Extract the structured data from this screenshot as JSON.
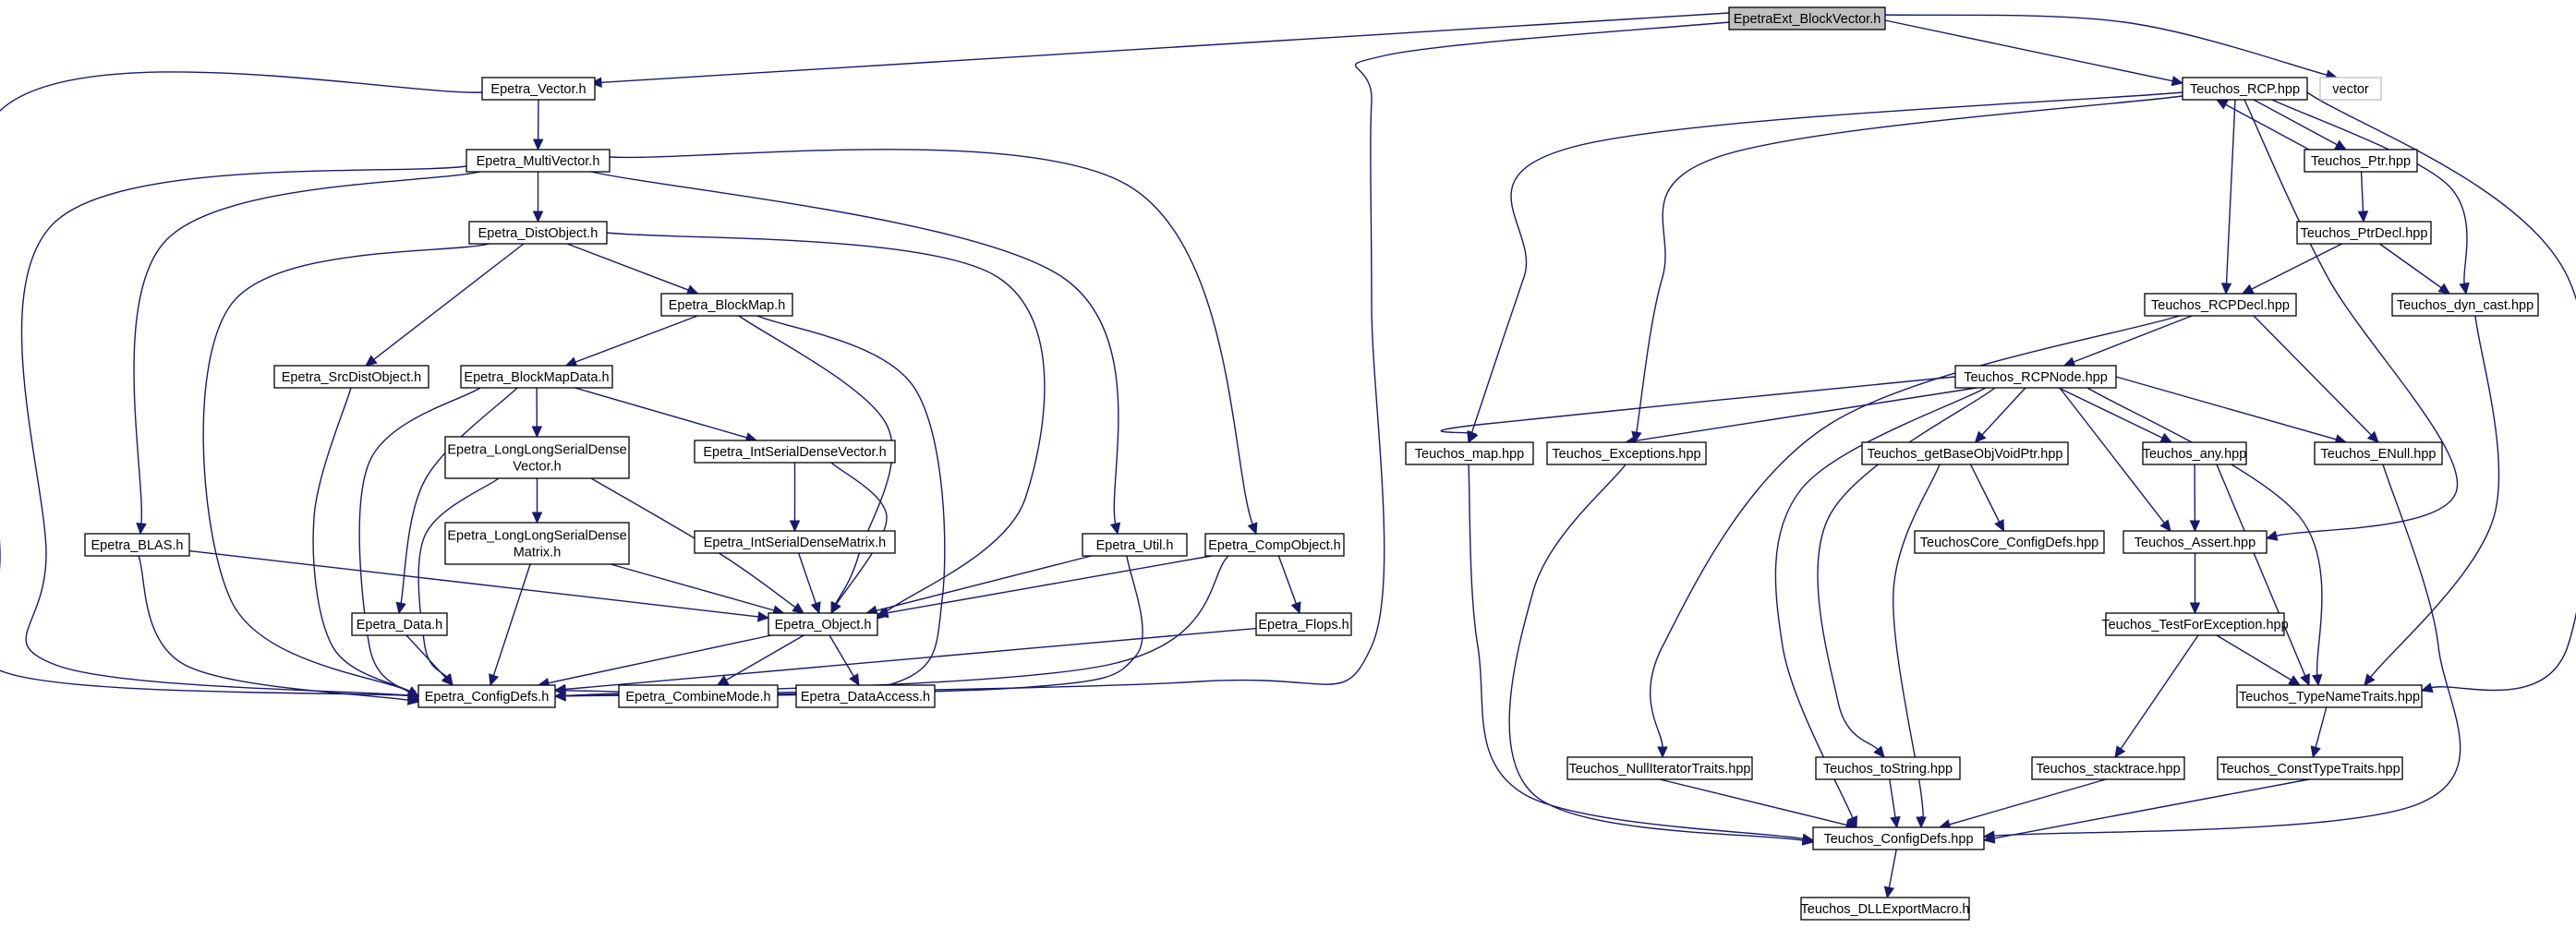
{
  "graph": {
    "root": "EpetraExt_BlockVector.h",
    "nodes": [
      {
        "id": "root",
        "lines": [
          "EpetraExt_BlockVector.h"
        ],
        "kind": "root"
      },
      {
        "id": "vec",
        "lines": [
          "Epetra_Vector.h"
        ]
      },
      {
        "id": "rcp",
        "lines": [
          "Teuchos_RCP.hpp"
        ]
      },
      {
        "id": "vector",
        "lines": [
          "vector"
        ],
        "kind": "ext"
      },
      {
        "id": "mv",
        "lines": [
          "Epetra_MultiVector.h"
        ]
      },
      {
        "id": "dist",
        "lines": [
          "Epetra_DistObject.h"
        ]
      },
      {
        "id": "bmap",
        "lines": [
          "Epetra_BlockMap.h"
        ]
      },
      {
        "id": "src",
        "lines": [
          "Epetra_SrcDistObject.h"
        ]
      },
      {
        "id": "bmd",
        "lines": [
          "Epetra_BlockMapData.h"
        ]
      },
      {
        "id": "llv",
        "lines": [
          "Epetra_LongLongSerialDense",
          "Vector.h"
        ]
      },
      {
        "id": "isv",
        "lines": [
          "Epetra_IntSerialDenseVector.h"
        ]
      },
      {
        "id": "llm",
        "lines": [
          "Epetra_LongLongSerialDense",
          "Matrix.h"
        ]
      },
      {
        "id": "ism",
        "lines": [
          "Epetra_IntSerialDenseMatrix.h"
        ]
      },
      {
        "id": "blas",
        "lines": [
          "Epetra_BLAS.h"
        ]
      },
      {
        "id": "util",
        "lines": [
          "Epetra_Util.h"
        ]
      },
      {
        "id": "comp",
        "lines": [
          "Epetra_CompObject.h"
        ]
      },
      {
        "id": "data",
        "lines": [
          "Epetra_Data.h"
        ]
      },
      {
        "id": "obj",
        "lines": [
          "Epetra_Object.h"
        ]
      },
      {
        "id": "flops",
        "lines": [
          "Epetra_Flops.h"
        ]
      },
      {
        "id": "cfg",
        "lines": [
          "Epetra_ConfigDefs.h"
        ]
      },
      {
        "id": "cmode",
        "lines": [
          "Epetra_CombineMode.h"
        ]
      },
      {
        "id": "dacc",
        "lines": [
          "Epetra_DataAccess.h"
        ]
      },
      {
        "id": "ptr",
        "lines": [
          "Teuchos_Ptr.hpp"
        ]
      },
      {
        "id": "ptrdecl",
        "lines": [
          "Teuchos_PtrDecl.hpp"
        ]
      },
      {
        "id": "rcpdecl",
        "lines": [
          "Teuchos_RCPDecl.hpp"
        ]
      },
      {
        "id": "dyn",
        "lines": [
          "Teuchos_dyn_cast.hpp"
        ]
      },
      {
        "id": "node",
        "lines": [
          "Teuchos_RCPNode.hpp"
        ]
      },
      {
        "id": "map",
        "lines": [
          "Teuchos_map.hpp"
        ]
      },
      {
        "id": "exc",
        "lines": [
          "Teuchos_Exceptions.hpp"
        ]
      },
      {
        "id": "gbo",
        "lines": [
          "Teuchos_getBaseObjVoidPtr.hpp"
        ]
      },
      {
        "id": "any",
        "lines": [
          "Teuchos_any.hpp"
        ]
      },
      {
        "id": "enull",
        "lines": [
          "Teuchos_ENull.hpp"
        ]
      },
      {
        "id": "tccfg",
        "lines": [
          "TeuchosCore_ConfigDefs.hpp"
        ]
      },
      {
        "id": "assert",
        "lines": [
          "Teuchos_Assert.hpp"
        ]
      },
      {
        "id": "tfe",
        "lines": [
          "Teuchos_TestForException.hpp"
        ]
      },
      {
        "id": "tnt",
        "lines": [
          "Teuchos_TypeNameTraits.hpp"
        ]
      },
      {
        "id": "nit",
        "lines": [
          "Teuchos_NullIteratorTraits.hpp"
        ]
      },
      {
        "id": "tostr",
        "lines": [
          "Teuchos_toString.hpp"
        ]
      },
      {
        "id": "stack",
        "lines": [
          "Teuchos_stacktrace.hpp"
        ]
      },
      {
        "id": "ctt",
        "lines": [
          "Teuchos_ConstTypeTraits.hpp"
        ]
      },
      {
        "id": "tcfg",
        "lines": [
          "Teuchos_ConfigDefs.hpp"
        ]
      },
      {
        "id": "dll",
        "lines": [
          "Teuchos_DLLExportMacro.h"
        ]
      }
    ],
    "edges": [
      [
        "root",
        "vec"
      ],
      [
        "root",
        "cfg"
      ],
      [
        "root",
        "rcp"
      ],
      [
        "root",
        "vector"
      ],
      [
        "vec",
        "mv"
      ],
      [
        "vec",
        "cfg"
      ],
      [
        "mv",
        "dist"
      ],
      [
        "mv",
        "blas"
      ],
      [
        "mv",
        "util"
      ],
      [
        "mv",
        "comp"
      ],
      [
        "mv",
        "cfg"
      ],
      [
        "dist",
        "bmap"
      ],
      [
        "dist",
        "src"
      ],
      [
        "dist",
        "obj"
      ],
      [
        "dist",
        "cfg"
      ],
      [
        "bmap",
        "bmd"
      ],
      [
        "bmap",
        "obj"
      ],
      [
        "bmap",
        "cfg"
      ],
      [
        "src",
        "cfg"
      ],
      [
        "bmd",
        "data"
      ],
      [
        "bmd",
        "llv"
      ],
      [
        "bmd",
        "isv"
      ],
      [
        "bmd",
        "cfg"
      ],
      [
        "llv",
        "llm"
      ],
      [
        "llv",
        "obj"
      ],
      [
        "llv",
        "cfg"
      ],
      [
        "isv",
        "ism"
      ],
      [
        "isv",
        "obj"
      ],
      [
        "llm",
        "obj"
      ],
      [
        "llm",
        "cfg"
      ],
      [
        "ism",
        "obj"
      ],
      [
        "blas",
        "obj"
      ],
      [
        "blas",
        "cfg"
      ],
      [
        "util",
        "obj"
      ],
      [
        "util",
        "cfg"
      ],
      [
        "comp",
        "flops"
      ],
      [
        "comp",
        "obj"
      ],
      [
        "comp",
        "cfg"
      ],
      [
        "data",
        "cfg"
      ],
      [
        "obj",
        "cfg"
      ],
      [
        "obj",
        "cmode"
      ],
      [
        "obj",
        "dacc"
      ],
      [
        "flops",
        "cfg"
      ],
      [
        "rcp",
        "ptr"
      ],
      [
        "rcp",
        "rcpdecl"
      ],
      [
        "rcp",
        "dyn"
      ],
      [
        "rcp",
        "map"
      ],
      [
        "rcp",
        "exc"
      ],
      [
        "rcp",
        "assert"
      ],
      [
        "rcp",
        "tnt"
      ],
      [
        "ptr",
        "rcp"
      ],
      [
        "ptr",
        "ptrdecl"
      ],
      [
        "ptrdecl",
        "rcpdecl"
      ],
      [
        "ptrdecl",
        "dyn"
      ],
      [
        "rcpdecl",
        "node"
      ],
      [
        "rcpdecl",
        "enull"
      ],
      [
        "rcpdecl",
        "nit"
      ],
      [
        "dyn",
        "tnt"
      ],
      [
        "node",
        "map"
      ],
      [
        "node",
        "exc"
      ],
      [
        "node",
        "gbo"
      ],
      [
        "node",
        "any"
      ],
      [
        "node",
        "enull"
      ],
      [
        "node",
        "assert"
      ],
      [
        "node",
        "tnt"
      ],
      [
        "node",
        "tostr"
      ],
      [
        "node",
        "tcfg"
      ],
      [
        "map",
        "tcfg"
      ],
      [
        "exc",
        "tcfg"
      ],
      [
        "gbo",
        "tccfg"
      ],
      [
        "gbo",
        "tcfg"
      ],
      [
        "any",
        "assert"
      ],
      [
        "any",
        "tnt"
      ],
      [
        "enull",
        "tcfg"
      ],
      [
        "assert",
        "tfe"
      ],
      [
        "tfe",
        "tnt"
      ],
      [
        "tfe",
        "stack"
      ],
      [
        "tnt",
        "ctt"
      ],
      [
        "nit",
        "tcfg"
      ],
      [
        "tostr",
        "tcfg"
      ],
      [
        "stack",
        "tcfg"
      ],
      [
        "ctt",
        "tcfg"
      ],
      [
        "tcfg",
        "dll"
      ]
    ]
  }
}
